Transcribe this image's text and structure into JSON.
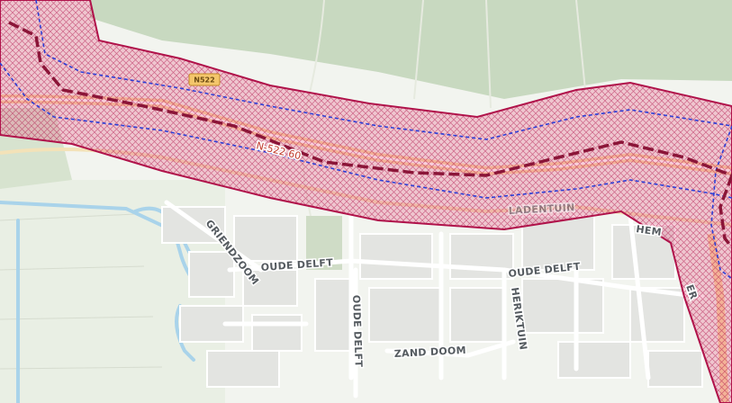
{
  "map": {
    "route_label": "N-522 60",
    "road_shield": "N522",
    "streets": {
      "griendzoom": "GRIENDZOOM",
      "oude_delft_west": "OUDE DELFT",
      "oude_delft_east": "OUDE DELFT",
      "oude_delft_vertical": "OUDE DELFT",
      "zand_doom": "ZAND DOOM",
      "herik_tuin": "HERIKTUIN",
      "hem": "HEM",
      "er": "ER",
      "laden_tuin": "LADENTUIN"
    },
    "colors": {
      "corridor_fill": "#e8507c",
      "corridor_border": "#b0124a",
      "centerline": "#8b1538",
      "offset_lines": "#2c3fd6",
      "forest": "#c8d9c0",
      "grass": "#e9efe4",
      "water": "#a9d3ea",
      "road_highlight": "#f7d9a1"
    }
  }
}
